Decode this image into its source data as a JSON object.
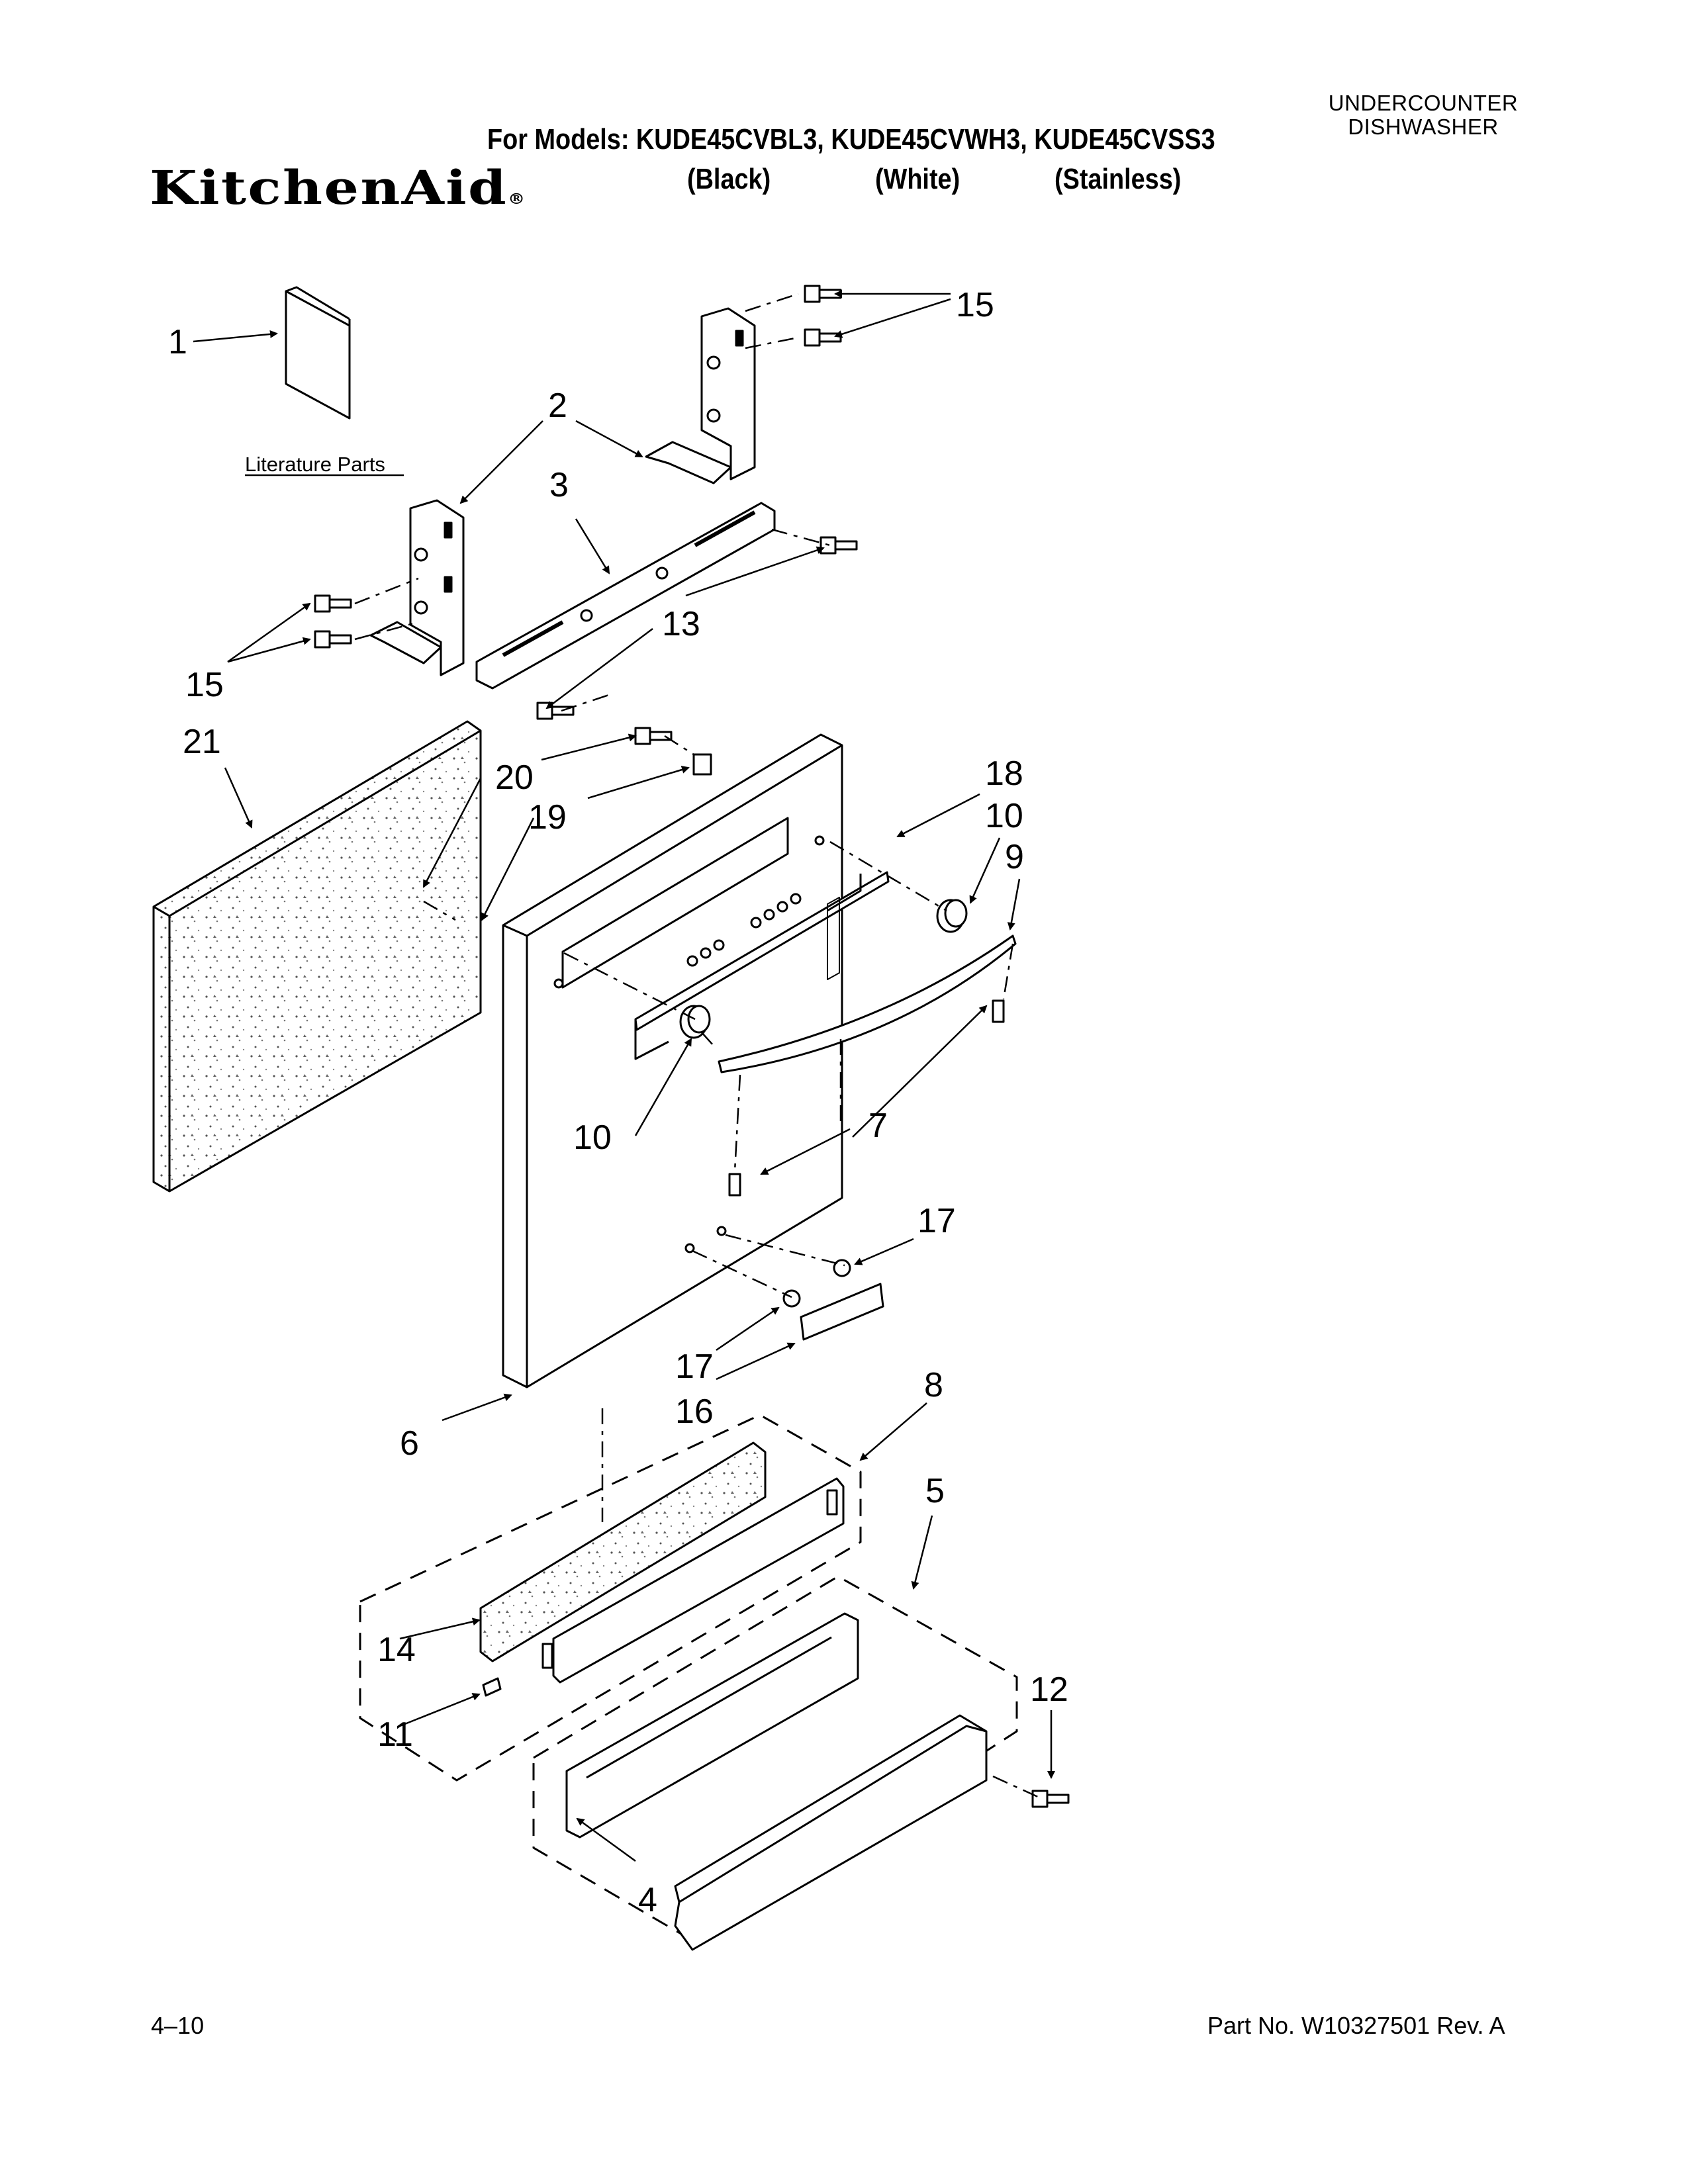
{
  "header": {
    "models_line": "For Models: KUDE45CVBL3, KUDE45CVWH3, KUDE45CVSS3",
    "variants": [
      "(Black)",
      "(White)",
      "(Stainless)"
    ],
    "brand": "KitchenAid",
    "brand_mark": "®",
    "category_line1": "UNDERCOUNTER",
    "category_line2": "DISHWASHER"
  },
  "diagram": {
    "literature_label": "Literature Parts",
    "callouts": [
      "1",
      "2",
      "3",
      "4",
      "5",
      "6",
      "7",
      "8",
      "9",
      "10",
      "10",
      "11",
      "12",
      "13",
      "14",
      "15",
      "15",
      "16",
      "17",
      "17",
      "18",
      "19",
      "20",
      "21"
    ]
  },
  "footer": {
    "page": "4–10",
    "part_no": "Part No. W10327501 Rev. A"
  }
}
